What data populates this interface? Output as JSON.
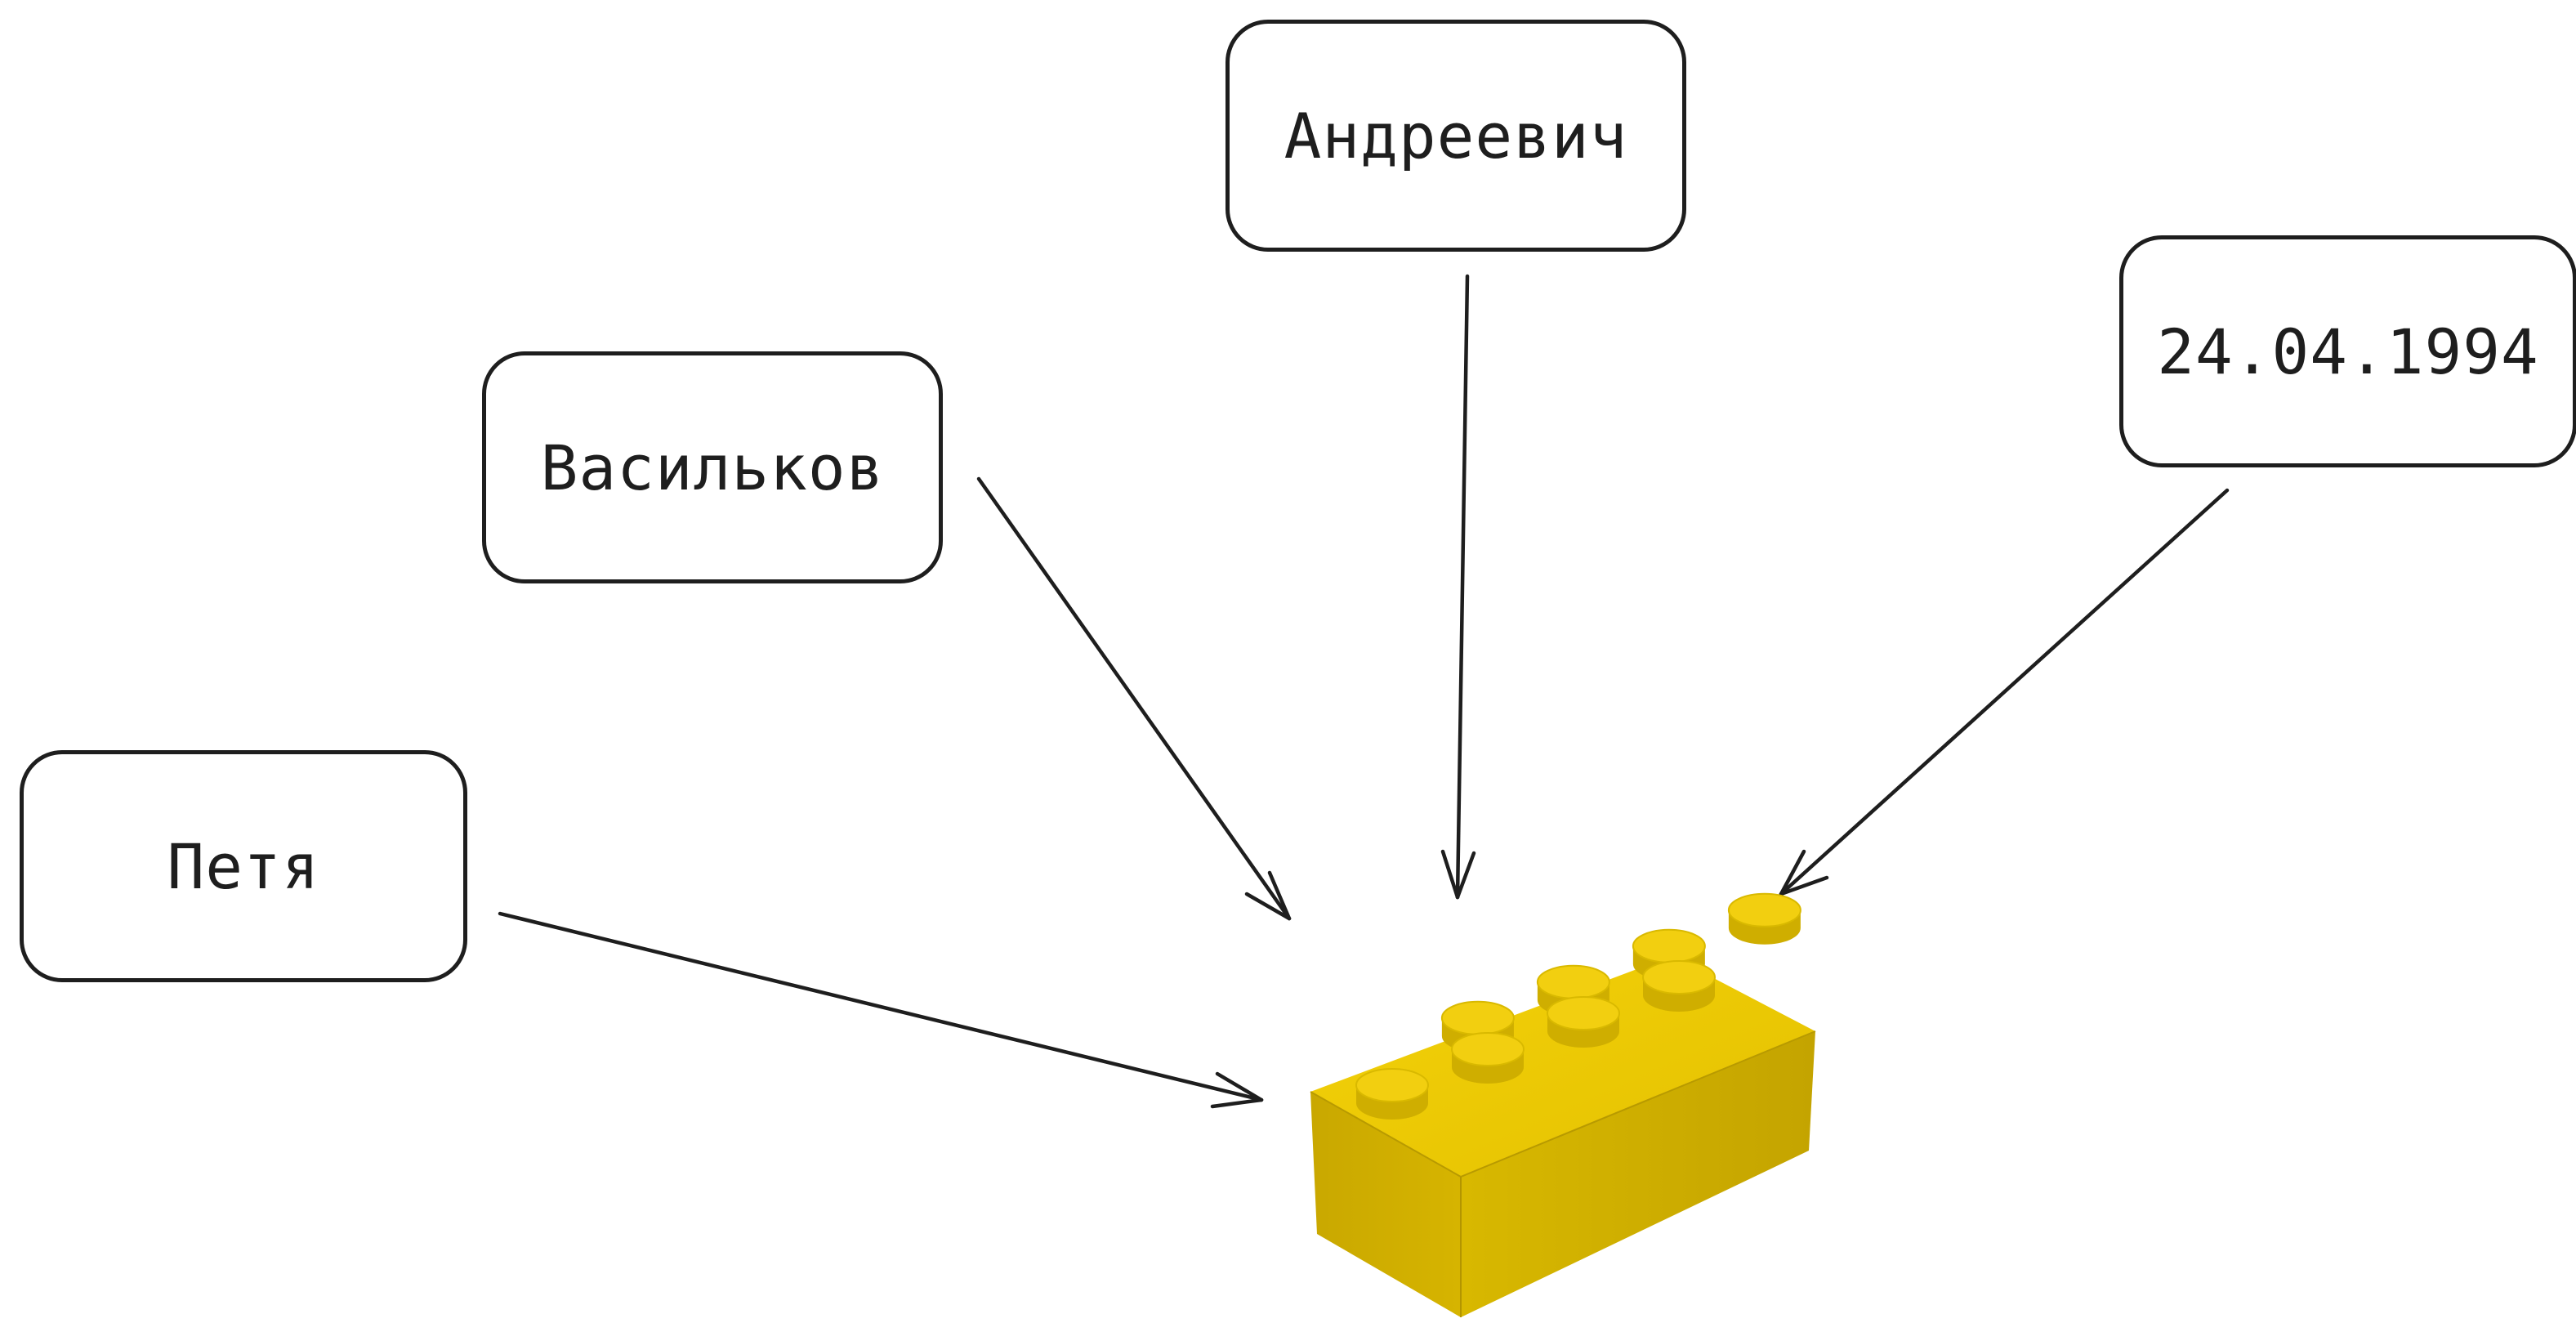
{
  "diagram": {
    "nodes": [
      {
        "id": "petya",
        "label": "Петя"
      },
      {
        "id": "vasilkov",
        "label": "Васильков"
      },
      {
        "id": "andreevich",
        "label": "Андреевич"
      },
      {
        "id": "date",
        "label": "24.04.1994"
      }
    ],
    "edges": [
      {
        "from": "petya",
        "to": "brick"
      },
      {
        "from": "vasilkov",
        "to": "brick"
      },
      {
        "from": "andreevich",
        "to": "brick"
      },
      {
        "from": "date",
        "to": "brick"
      }
    ],
    "target": {
      "icon": "lego-brick-icon",
      "color": "#e2c000"
    }
  }
}
